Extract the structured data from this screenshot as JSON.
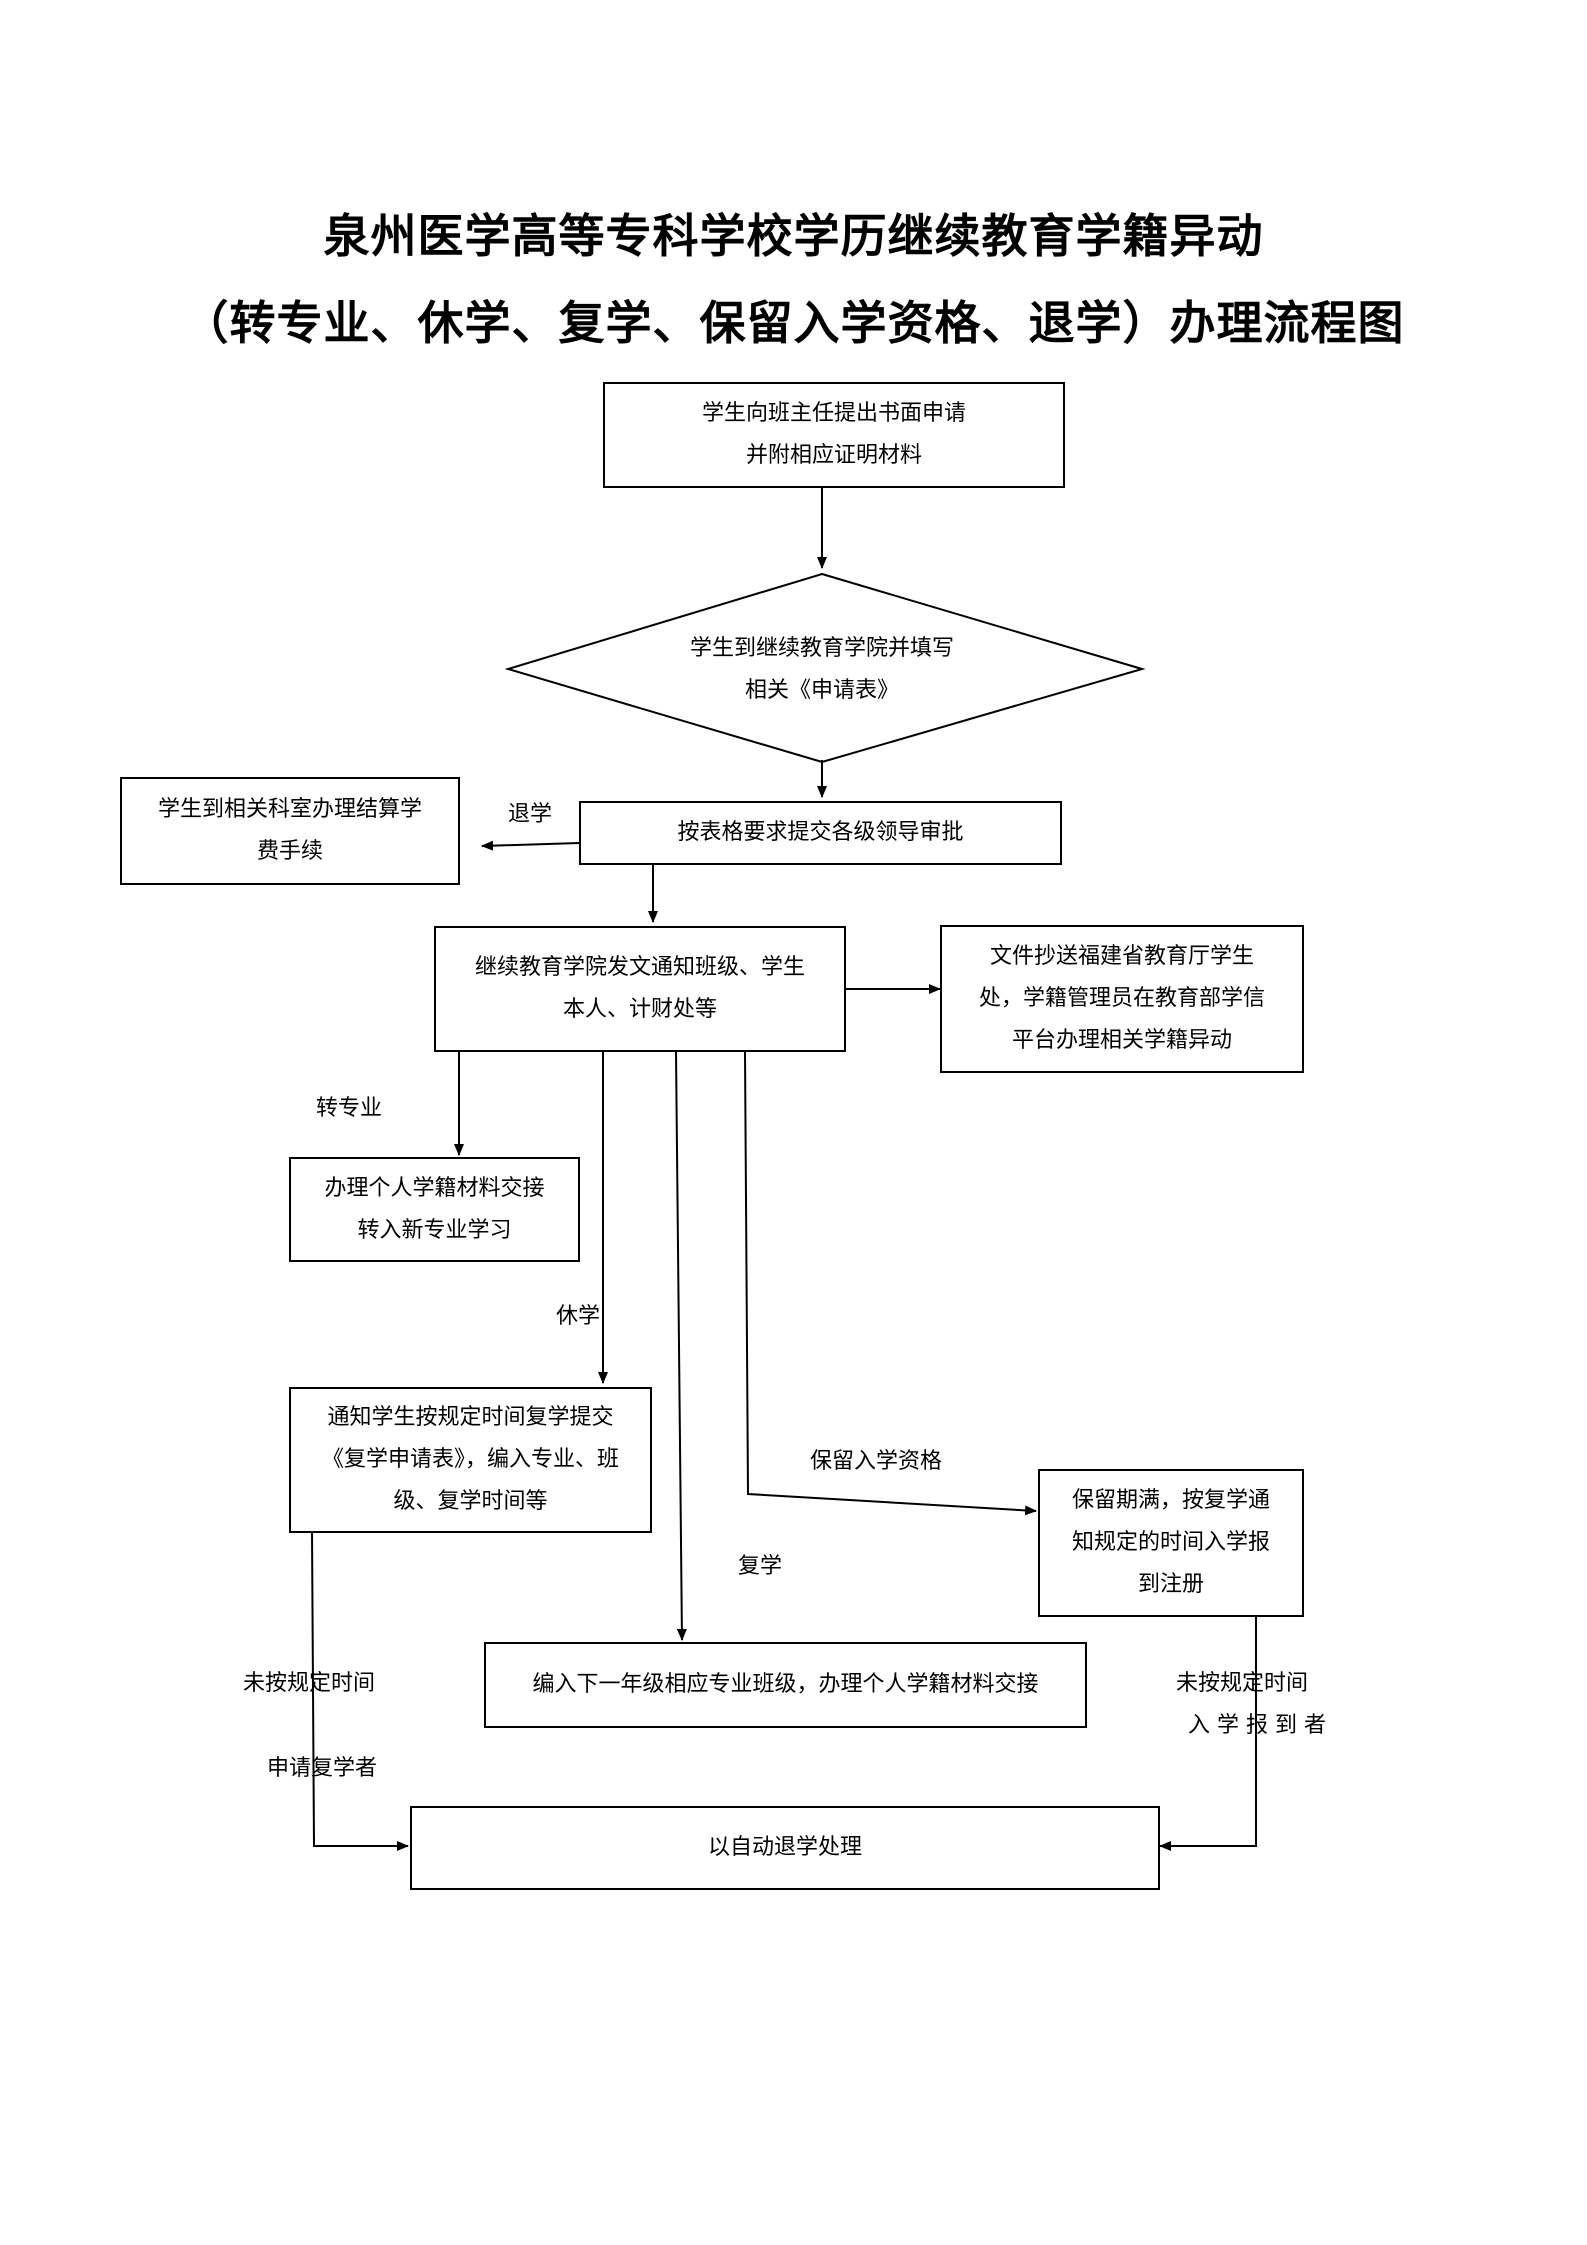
{
  "title": {
    "line1": "泉州医学高等专科学校学历继续教育学籍异动",
    "line2": "（转专业、休学、复学、保留入学资格、退学）办理流程图"
  },
  "nodes": {
    "apply": {
      "line1": "学生向班主任提出书面申请",
      "line2": "并附相应证明材料"
    },
    "fill_form": {
      "line1": "学生到继续教育学院并填写",
      "line2": "相关《申请表》"
    },
    "approval": {
      "text": "按表格要求提交各级领导审批"
    },
    "withdraw_fee": {
      "line1": "学生到相关科室办理结算学",
      "line2": "费手续"
    },
    "notice": {
      "line1": "继续教育学院发文通知班级、学生",
      "line2": "本人、计财处等"
    },
    "report": {
      "line1": "文件抄送福建省教育厅学生",
      "line2": "处，学籍管理员在教育部学信",
      "line3": "平台办理相关学籍异动"
    },
    "transfer_major": {
      "line1": "办理个人学籍材料交接",
      "line2": "转入新专业学习"
    },
    "suspension": {
      "line1": "通知学生按规定时间复学提交",
      "line2": "《复学申请表》，编入专业、班",
      "line3": "级、复学时间等"
    },
    "retain_expire": {
      "line1": "保留期满，按复学通",
      "line2": "知规定的时间入学报",
      "line3": "到注册"
    },
    "resume_class": {
      "text": "编入下一年级相应专业班级，办理个人学籍材料交接"
    },
    "auto_withdraw": {
      "text": "以自动退学处理"
    }
  },
  "labels": {
    "withdraw": "退学",
    "transfer": "转专业",
    "suspend": "休学",
    "retain": "保留入学资格",
    "resume": "复学",
    "late_resume_1": "未按规定时间",
    "late_resume_2": "申请复学者",
    "late_enroll_1": "未按规定时间",
    "late_enroll_2": "入 学 报 到 者"
  }
}
